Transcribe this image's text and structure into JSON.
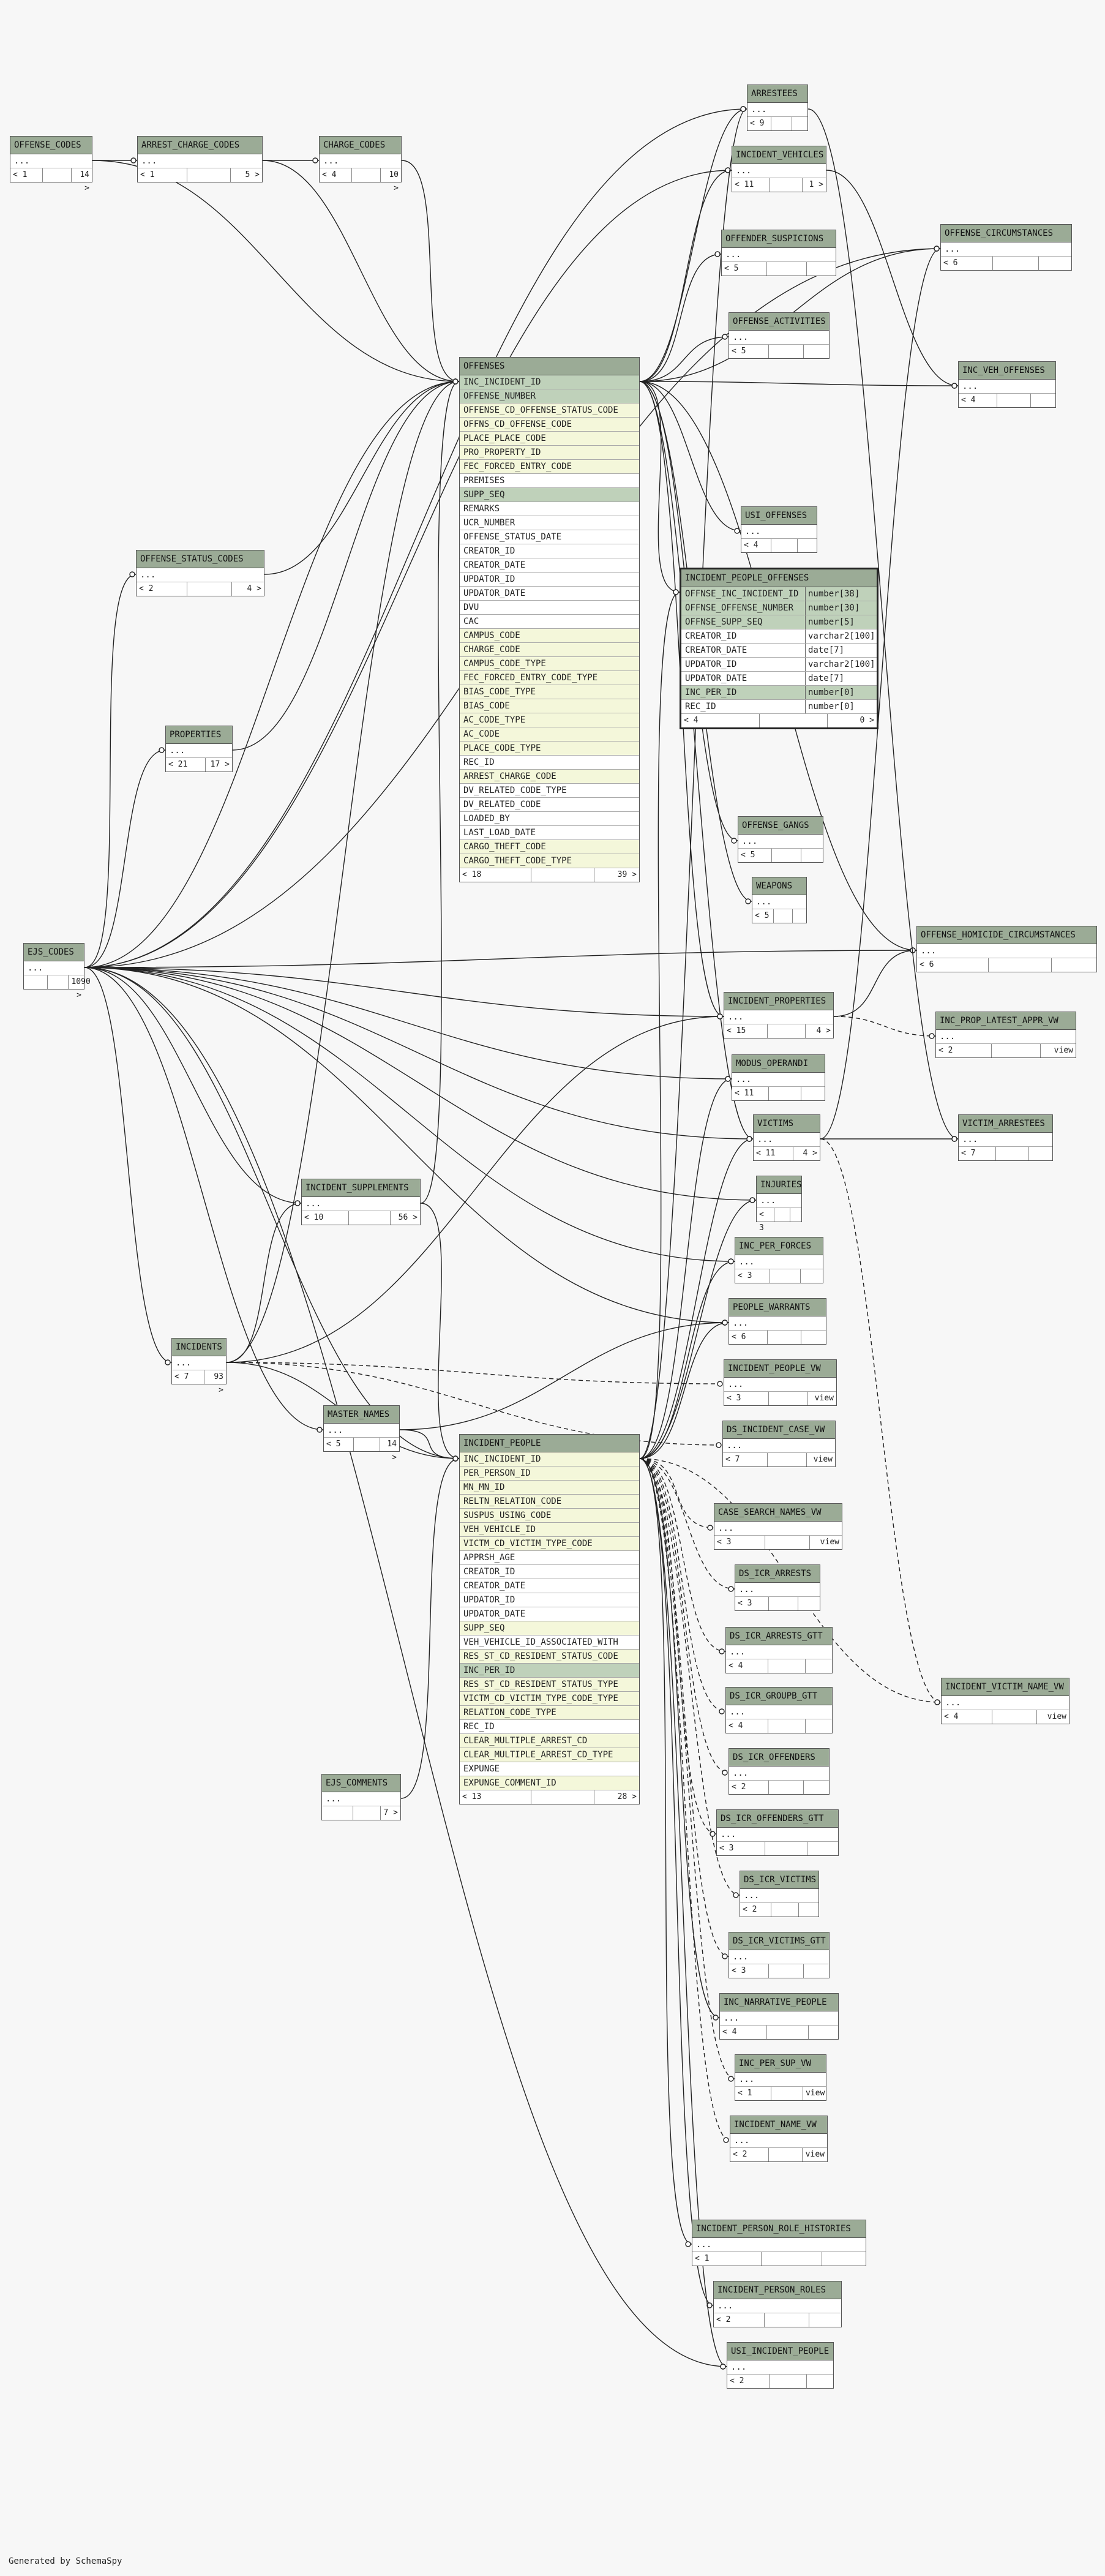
{
  "footer": "Generated by SchemaSpy",
  "tables": {
    "offense_codes": {
      "name": "OFFENSE_CODES",
      "cols": [
        "..."
      ],
      "foot": [
        "< 1",
        "",
        "14 >"
      ]
    },
    "arrest_charge_codes": {
      "name": "ARREST_CHARGE_CODES",
      "cols": [
        "..."
      ],
      "foot": [
        "< 1",
        "",
        "5 >"
      ]
    },
    "charge_codes": {
      "name": "CHARGE_CODES",
      "cols": [
        "..."
      ],
      "foot": [
        "< 4",
        "",
        "10 >"
      ]
    },
    "arrestees": {
      "name": "ARRESTEES",
      "cols": [
        "..."
      ],
      "foot": [
        "< 9",
        "",
        ""
      ]
    },
    "incident_vehicles": {
      "name": "INCIDENT_VEHICLES",
      "cols": [
        "..."
      ],
      "foot": [
        "< 11",
        "",
        "1 >"
      ]
    },
    "offender_suspicions": {
      "name": "OFFENDER_SUSPICIONS",
      "cols": [
        "..."
      ],
      "foot": [
        "< 5",
        "",
        ""
      ]
    },
    "offense_circumstances": {
      "name": "OFFENSE_CIRCUMSTANCES",
      "cols": [
        "..."
      ],
      "foot": [
        "< 6",
        "",
        ""
      ]
    },
    "offense_activities": {
      "name": "OFFENSE_ACTIVITIES",
      "cols": [
        "..."
      ],
      "foot": [
        "< 5",
        "",
        ""
      ]
    },
    "inc_veh_offenses": {
      "name": "INC_VEH_OFFENSES",
      "cols": [
        "..."
      ],
      "foot": [
        "< 4",
        "",
        ""
      ]
    },
    "usi_offenses": {
      "name": "USI_OFFENSES",
      "cols": [
        "..."
      ],
      "foot": [
        "< 4",
        "",
        ""
      ]
    },
    "offense_status_codes": {
      "name": "OFFENSE_STATUS_CODES",
      "cols": [
        "..."
      ],
      "foot": [
        "< 2",
        "",
        "4 >"
      ]
    },
    "properties": {
      "name": "PROPERTIES",
      "cols": [
        "..."
      ],
      "foot": [
        "< 21",
        "17 >"
      ]
    },
    "offense_gangs": {
      "name": "OFFENSE_GANGS",
      "cols": [
        "..."
      ],
      "foot": [
        "< 5",
        "",
        ""
      ]
    },
    "weapons": {
      "name": "WEAPONS",
      "cols": [
        "..."
      ],
      "foot": [
        "< 5",
        "",
        ""
      ]
    },
    "offense_homicide_circumstances": {
      "name": "OFFENSE_HOMICIDE_CIRCUMSTANCES",
      "cols": [
        "..."
      ],
      "foot": [
        "< 6",
        "",
        ""
      ]
    },
    "ejs_codes": {
      "name": "EJS_CODES",
      "cols": [
        "..."
      ],
      "foot": [
        "",
        "",
        "1090 >"
      ]
    },
    "incident_properties": {
      "name": "INCIDENT_PROPERTIES",
      "cols": [
        "..."
      ],
      "foot": [
        "< 15",
        "",
        "4 >"
      ]
    },
    "inc_prop_latest_appr_vw": {
      "name": "INC_PROP_LATEST_APPR_VW",
      "cols": [
        "..."
      ],
      "foot": [
        "< 2",
        "",
        "view"
      ]
    },
    "modus_operandi": {
      "name": "MODUS_OPERANDI",
      "cols": [
        "..."
      ],
      "foot": [
        "< 11",
        "",
        ""
      ]
    },
    "victims": {
      "name": "VICTIMS",
      "cols": [
        "..."
      ],
      "foot": [
        "< 11",
        "4 >"
      ]
    },
    "victim_arrestees": {
      "name": "VICTIM_ARRESTEES",
      "cols": [
        "..."
      ],
      "foot": [
        "< 7",
        "",
        ""
      ]
    },
    "incident_supplements": {
      "name": "INCIDENT_SUPPLEMENTS",
      "cols": [
        "..."
      ],
      "foot": [
        "< 10",
        "",
        "56 >"
      ]
    },
    "injuries": {
      "name": "INJURIES",
      "cols": [
        "..."
      ],
      "foot": [
        "< 3",
        "",
        ""
      ]
    },
    "inc_per_forces": {
      "name": "INC_PER_FORCES",
      "cols": [
        "..."
      ],
      "foot": [
        "< 3",
        "",
        ""
      ]
    },
    "people_warrants": {
      "name": "PEOPLE_WARRANTS",
      "cols": [
        "..."
      ],
      "foot": [
        "< 6",
        "",
        ""
      ]
    },
    "incidents": {
      "name": "INCIDENTS",
      "cols": [
        "..."
      ],
      "foot": [
        "< 7",
        "93 >"
      ]
    },
    "incident_people_vw": {
      "name": "INCIDENT_PEOPLE_VW",
      "cols": [
        "..."
      ],
      "foot": [
        "< 3",
        "",
        "view"
      ]
    },
    "master_names": {
      "name": "MASTER_NAMES",
      "cols": [
        "..."
      ],
      "foot": [
        "< 5",
        "",
        "14 >"
      ]
    },
    "ds_incident_case_vw": {
      "name": "DS_INCIDENT_CASE_VW",
      "cols": [
        "..."
      ],
      "foot": [
        "< 7",
        "",
        "view"
      ]
    },
    "case_search_names_vw": {
      "name": "CASE_SEARCH_NAMES_VW",
      "cols": [
        "..."
      ],
      "foot": [
        "< 3",
        "",
        "view"
      ]
    },
    "ds_icr_arrests": {
      "name": "DS_ICR_ARRESTS",
      "cols": [
        "..."
      ],
      "foot": [
        "< 3",
        "",
        ""
      ]
    },
    "ds_icr_arrests_gtt": {
      "name": "DS_ICR_ARRESTS_GTT",
      "cols": [
        "..."
      ],
      "foot": [
        "< 4",
        "",
        ""
      ]
    },
    "ds_icr_groupb_gtt": {
      "name": "DS_ICR_GROUPB_GTT",
      "cols": [
        "..."
      ],
      "foot": [
        "< 4",
        "",
        ""
      ]
    },
    "incident_victim_name_vw": {
      "name": "INCIDENT_VICTIM_NAME_VW",
      "cols": [
        "..."
      ],
      "foot": [
        "< 4",
        "",
        "view"
      ]
    },
    "ds_icr_offenders": {
      "name": "DS_ICR_OFFENDERS",
      "cols": [
        "..."
      ],
      "foot": [
        "< 2",
        "",
        ""
      ]
    },
    "ejs_comments": {
      "name": "EJS_COMMENTS",
      "cols": [
        "..."
      ],
      "foot": [
        "",
        "",
        "7 >"
      ]
    },
    "ds_icr_offenders_gtt": {
      "name": "DS_ICR_OFFENDERS_GTT",
      "cols": [
        "..."
      ],
      "foot": [
        "< 3",
        "",
        ""
      ]
    },
    "ds_icr_victims": {
      "name": "DS_ICR_VICTIMS",
      "cols": [
        "..."
      ],
      "foot": [
        "< 2",
        "",
        ""
      ]
    },
    "ds_icr_victims_gtt": {
      "name": "DS_ICR_VICTIMS_GTT",
      "cols": [
        "..."
      ],
      "foot": [
        "< 3",
        "",
        ""
      ]
    },
    "inc_narrative_people": {
      "name": "INC_NARRATIVE_PEOPLE",
      "cols": [
        "..."
      ],
      "foot": [
        "< 4",
        "",
        ""
      ]
    },
    "inc_per_sup_vw": {
      "name": "INC_PER_SUP_VW",
      "cols": [
        "..."
      ],
      "foot": [
        "< 1",
        "",
        "view"
      ]
    },
    "incident_name_vw": {
      "name": "INCIDENT_NAME_VW",
      "cols": [
        "..."
      ],
      "foot": [
        "< 2",
        "",
        "view"
      ]
    },
    "incident_person_role_histories": {
      "name": "INCIDENT_PERSON_ROLE_HISTORIES",
      "cols": [
        "..."
      ],
      "foot": [
        "< 1",
        "",
        ""
      ]
    },
    "incident_person_roles": {
      "name": "INCIDENT_PERSON_ROLES",
      "cols": [
        "..."
      ],
      "foot": [
        "< 2",
        "",
        ""
      ]
    },
    "usi_incident_people": {
      "name": "USI_INCIDENT_PEOPLE",
      "cols": [
        "..."
      ],
      "foot": [
        "< 2",
        "",
        ""
      ]
    },
    "offenses": {
      "name": "OFFENSES",
      "cols": [
        "INC_INCIDENT_ID",
        "OFFENSE_NUMBER",
        "OFFENSE_CD_OFFENSE_STATUS_CODE",
        "OFFNS_CD_OFFENSE_CODE",
        "PLACE_PLACE_CODE",
        "PRO_PROPERTY_ID",
        "FEC_FORCED_ENTRY_CODE",
        "PREMISES",
        "SUPP_SEQ",
        "REMARKS",
        "UCR_NUMBER",
        "OFFENSE_STATUS_DATE",
        "CREATOR_ID",
        "CREATOR_DATE",
        "UPDATOR_ID",
        "UPDATOR_DATE",
        "DVU",
        "CAC",
        "CAMPUS_CODE",
        "CHARGE_CODE",
        "CAMPUS_CODE_TYPE",
        "FEC_FORCED_ENTRY_CODE_TYPE",
        "BIAS_CODE_TYPE",
        "BIAS_CODE",
        "AC_CODE_TYPE",
        "AC_CODE",
        "PLACE_CODE_TYPE",
        "REC_ID",
        "ARREST_CHARGE_CODE",
        "DV_RELATED_CODE_TYPE",
        "DV_RELATED_CODE",
        "LOADED_BY",
        "LAST_LOAD_DATE",
        "CARGO_THEFT_CODE",
        "CARGO_THEFT_CODE_TYPE"
      ],
      "foot": [
        "< 18",
        "",
        "39 >"
      ]
    },
    "incident_people_offenses": {
      "name": "INCIDENT_PEOPLE_OFFENSES",
      "cols": [
        "OFFNSE_INC_INCIDENT_ID",
        "OFFNSE_OFFENSE_NUMBER",
        "OFFNSE_SUPP_SEQ",
        "CREATOR_ID",
        "CREATOR_DATE",
        "UPDATOR_ID",
        "UPDATOR_DATE",
        "INC_PER_ID",
        "REC_ID"
      ],
      "types": [
        "number[38]",
        "number[30]",
        "number[5]",
        "varchar2[100]",
        "date[7]",
        "varchar2[100]",
        "date[7]",
        "number[0]",
        "number[0]"
      ],
      "foot": [
        "< 4",
        "",
        "0 >"
      ]
    },
    "incident_people": {
      "name": "INCIDENT_PEOPLE",
      "cols": [
        "INC_INCIDENT_ID",
        "PER_PERSON_ID",
        "MN_MN_ID",
        "RELTN_RELATION_CODE",
        "SUSPUS_USING_CODE",
        "VEH_VEHICLE_ID",
        "VICTM_CD_VICTIM_TYPE_CODE",
        "APPRSH_AGE",
        "CREATOR_ID",
        "CREATOR_DATE",
        "UPDATOR_ID",
        "UPDATOR_DATE",
        "SUPP_SEQ",
        "VEH_VEHICLE_ID_ASSOCIATED_WITH",
        "RES_ST_CD_RESIDENT_STATUS_CODE",
        "INC_PER_ID",
        "RES_ST_CD_RESIDENT_STATUS_TYPE",
        "VICTM_CD_VICTIM_TYPE_CODE_TYPE",
        "RELATION_CODE_TYPE",
        "REC_ID",
        "CLEAR_MULTIPLE_ARREST_CD",
        "CLEAR_MULTIPLE_ARREST_CD_TYPE",
        "EXPUNGE",
        "EXPUNGE_COMMENT_ID"
      ],
      "foot": [
        "< 13",
        "",
        "28 >"
      ]
    }
  }
}
